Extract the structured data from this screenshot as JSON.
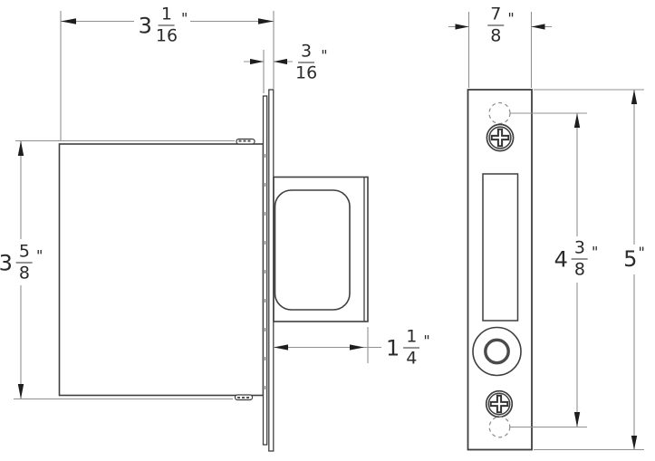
{
  "drawing": {
    "type": "technical-dimension-drawing",
    "subject": "pocket-door-mortise-lock-with-faceplate",
    "colors": {
      "background": "#ffffff",
      "object_line": "#3f3f3f",
      "dimension_line": "#909090",
      "arrowhead": "#1e1e1e",
      "text": "#2b2b2b"
    },
    "views": {
      "side": "lock-body-side-view",
      "front": "faceplate-front-view"
    },
    "dimensions": {
      "body_width": {
        "whole": "3",
        "num": "1",
        "den": "16",
        "unit": "\""
      },
      "plate_thickness": {
        "num": "3",
        "den": "16",
        "unit": "\""
      },
      "body_height": {
        "whole": "3",
        "num": "5",
        "den": "8",
        "unit": "\""
      },
      "bolt_projection": {
        "whole": "1",
        "num": "1",
        "den": "4",
        "unit": "\""
      },
      "plate_width": {
        "num": "7",
        "den": "8",
        "unit": "\""
      },
      "screw_spacing": {
        "whole": "4",
        "num": "3",
        "den": "8",
        "unit": "\""
      },
      "plate_height": {
        "whole": "5",
        "unit": "\""
      }
    }
  }
}
